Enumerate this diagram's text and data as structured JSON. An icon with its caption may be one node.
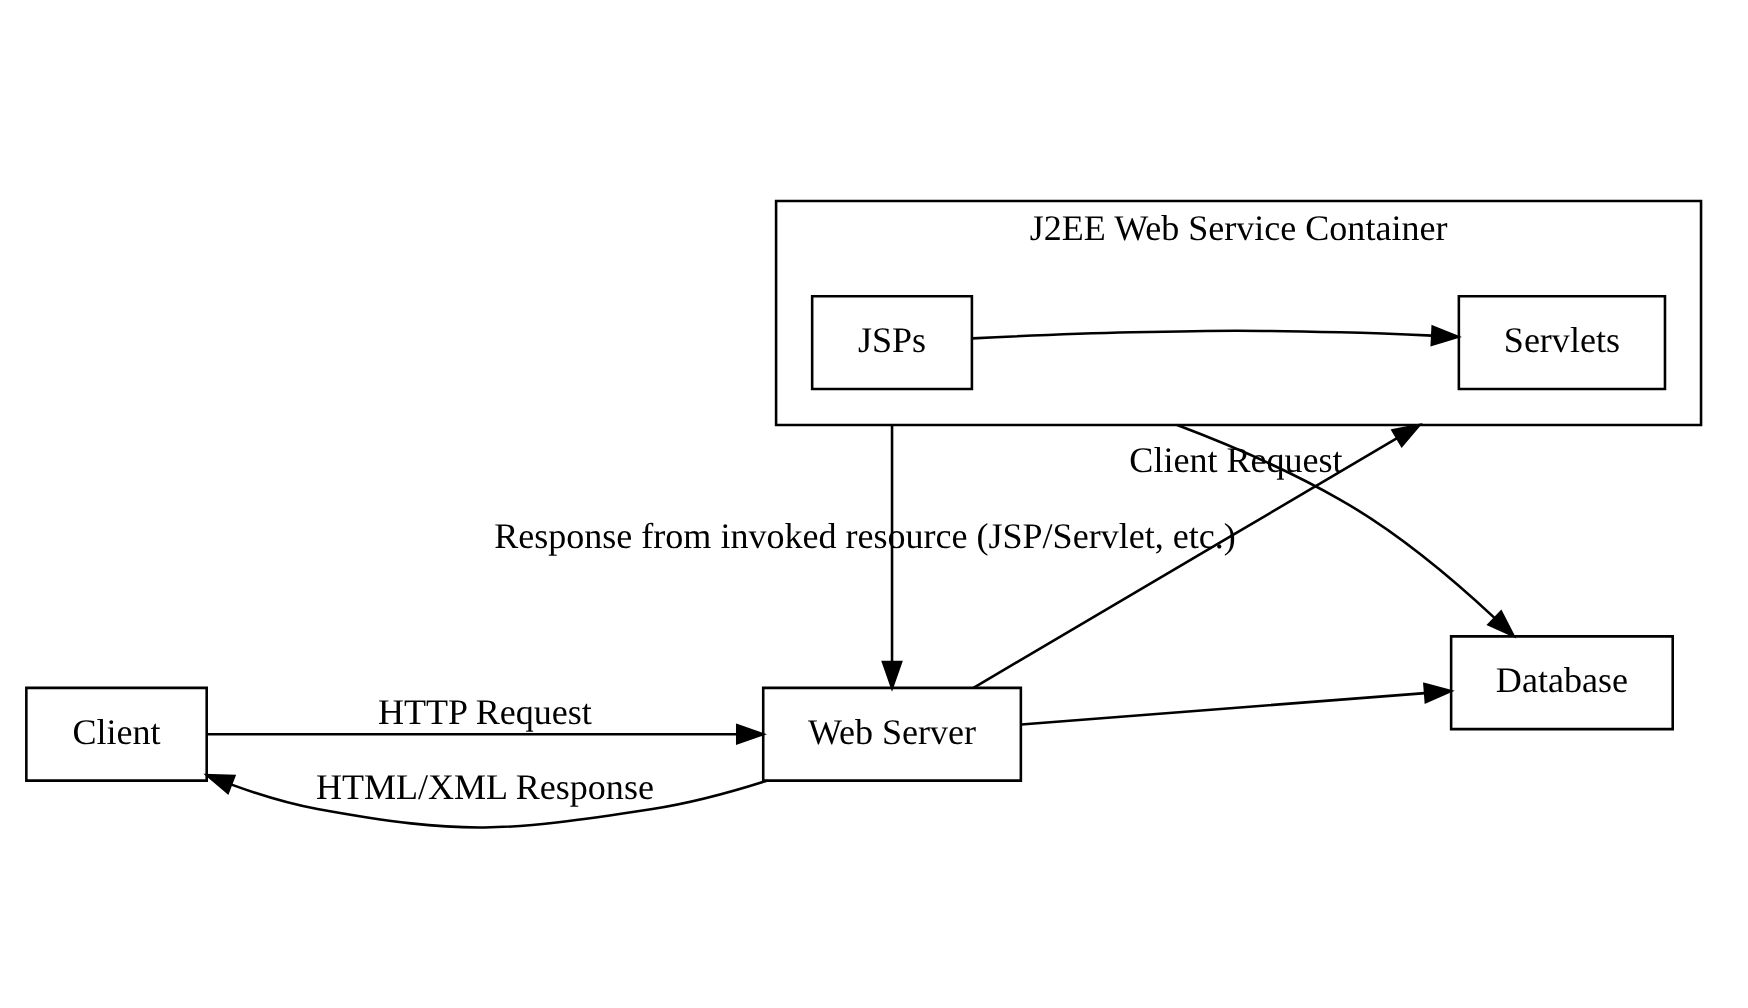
{
  "diagram": {
    "nodes": [
      {
        "text": [
          "Client"
        ]
      },
      {
        "text": [
          "Web Server"
        ]
      },
      {
        "text": [
          "J2EE Web Service Container"
        ]
      },
      {
        "text": [
          "JSPs"
        ],
        "in": 2
      },
      {
        "text": [
          "Servlets"
        ],
        "in": 2
      },
      {
        "text": [
          "Database"
        ]
      }
    ],
    "edges": [
      {
        "from": 0,
        "to": 1,
        "arrow": "to",
        "label": "HTTP Request"
      },
      {
        "from": 1,
        "to": 0,
        "arrow": "to",
        "label": "HTML/XML Response"
      },
      {
        "from": 1,
        "to": 2,
        "arrow": "to",
        "label": "Client Request"
      },
      {
        "from": 2,
        "to": 1,
        "arrow": "to",
        "label": "Response from invoked resource (JSP/Servlet, etc.)"
      },
      {
        "from": 3,
        "to": 4,
        "arrow": "to"
      },
      {
        "from": 1,
        "to": 5,
        "arrow": "to"
      },
      {
        "from": 2,
        "to": 5,
        "arrow": "to"
      }
    ]
  }
}
